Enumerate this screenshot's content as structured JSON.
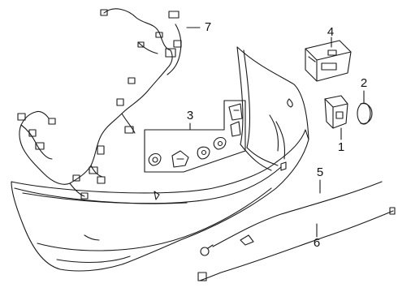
{
  "diagram": {
    "callouts": [
      {
        "key": "c1",
        "label": "1",
        "part": "parking-sensor"
      },
      {
        "key": "c2",
        "label": "2",
        "part": "sensor-cap"
      },
      {
        "key": "c3",
        "label": "3",
        "part": "sensor-bracket-set"
      },
      {
        "key": "c4",
        "label": "4",
        "part": "control-module"
      },
      {
        "key": "c5",
        "label": "5",
        "part": "cable-upper"
      },
      {
        "key": "c6",
        "label": "6",
        "part": "cable-lower"
      },
      {
        "key": "c7",
        "label": "7",
        "part": "wiring-harness"
      }
    ]
  },
  "colors": {
    "line": "#1a1a1a",
    "background": "#ffffff"
  }
}
